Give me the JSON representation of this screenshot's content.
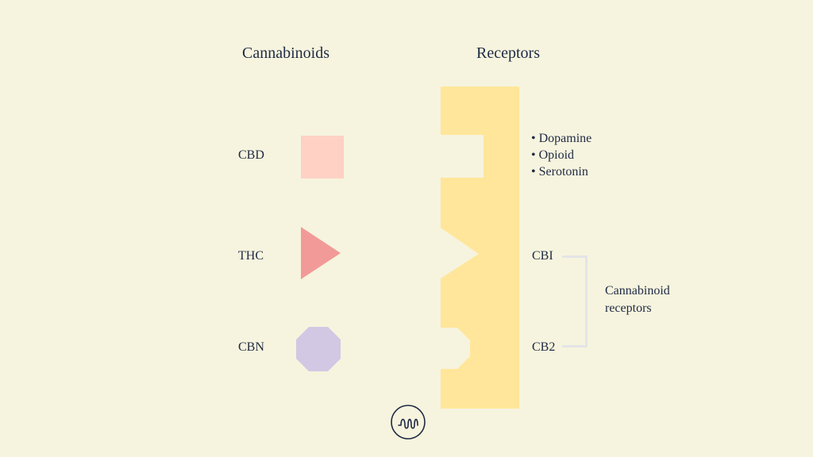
{
  "headings": {
    "cannabinoids": "Cannabinoids",
    "receptors": "Receptors"
  },
  "cannabinoids": [
    {
      "label": "CBD",
      "shape": "square",
      "color": "#FFD1C4"
    },
    {
      "label": "THC",
      "shape": "triangle",
      "color": "#F29A98"
    },
    {
      "label": "CBN",
      "shape": "octagon",
      "color": "#D2C8E3"
    }
  ],
  "receptor_color": "#FFE69A",
  "other_receptors": [
    "Dopamine",
    "Opioid",
    "Serotonin"
  ],
  "cannabinoid_receptors": {
    "cb1": "CBI",
    "cb2": "CB2",
    "group_label": "Cannabinoid receptors"
  },
  "bracket_color": "#E4E4E8",
  "logo": {
    "icon": "spring-coil-logo-icon"
  }
}
